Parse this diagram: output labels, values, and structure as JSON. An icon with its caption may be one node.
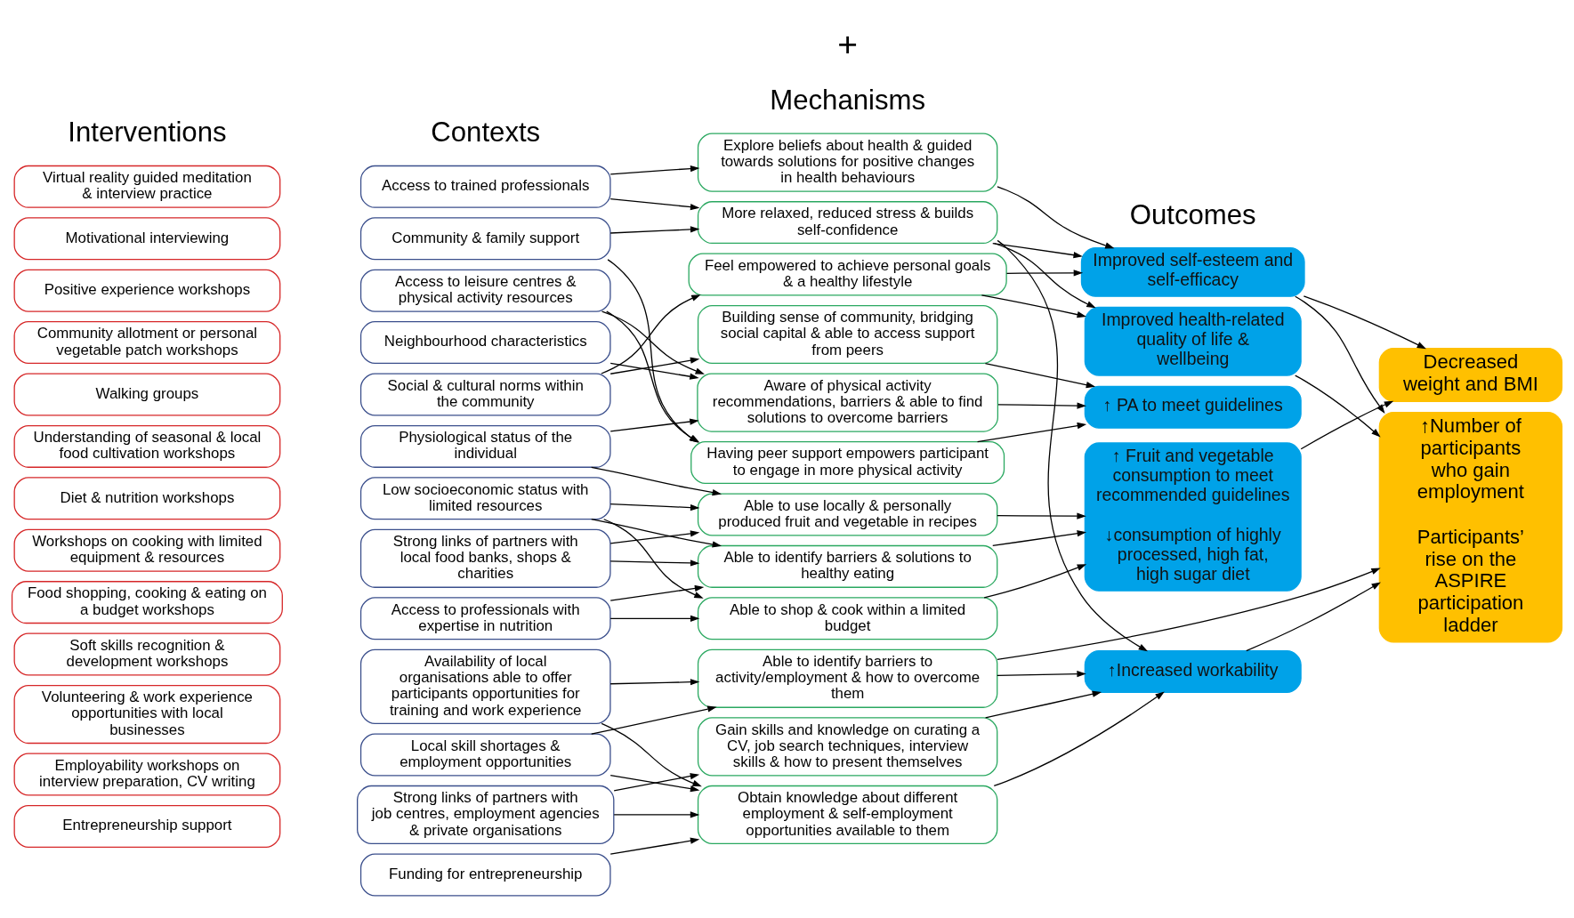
{
  "diagram": {
    "nodes": [
      {
        "text": [
          "Virtual reality guided meditation & interview practice"
        ]
      },
      {
        "text": [
          "Motivational interviewing"
        ]
      },
      {
        "text": [
          "Positive experience workshops"
        ]
      },
      {
        "text": [
          "Community allotment or personal vegetable patch workshops"
        ]
      },
      {
        "text": [
          "Walking groups"
        ]
      },
      {
        "text": [
          "Understanding of seasonal & local food cultivation workshops"
        ]
      },
      {
        "text": [
          "Diet & nutrition workshops"
        ]
      },
      {
        "text": [
          "Workshops on cooking with limited equipment & resources"
        ]
      },
      {
        "text": [
          "Food shopping, cooking & eating on a budget workshops"
        ]
      },
      {
        "text": [
          "Soft skills recognition & development workshops"
        ]
      },
      {
        "text": [
          "Volunteering & work experience opportunities with local businesses"
        ]
      },
      {
        "text": [
          "Employability workshops on interview preparation, CV writing"
        ]
      },
      {
        "text": [
          "Entrepreneurship support"
        ]
      },
      {
        "text": [
          "Access to trained professionals"
        ]
      },
      {
        "text": [
          "Community & family support"
        ]
      },
      {
        "text": [
          "Access to leisure centres & physical activity resources"
        ]
      },
      {
        "text": [
          "Neighbourhood characteristics"
        ]
      },
      {
        "text": [
          "Social & cultural norms within the community"
        ]
      },
      {
        "text": [
          "Physiological status of the individual"
        ]
      },
      {
        "text": [
          "Low socioeconomic status with limited resources"
        ]
      },
      {
        "text": [
          "Strong links of partners with local food banks, shops & charities"
        ]
      },
      {
        "text": [
          "Access to professionals with expertise in nutrition"
        ]
      },
      {
        "text": [
          "Availability of local organisations able to offer participants opportunities for training and work experience"
        ]
      },
      {
        "text": [
          "Local skill shortages & employment opportunities"
        ]
      },
      {
        "text": [
          "Strong links of partners with job centres, employment agencies & private organisations"
        ]
      },
      {
        "text": [
          "Funding for entrepreneurship"
        ]
      },
      {
        "text": [
          "Explore beliefs about health & guided towards solutions for positive changes in health behaviours"
        ]
      },
      {
        "text": [
          "More relaxed, reduced stress & builds self-confidence"
        ]
      },
      {
        "text": [
          "Feel empowered to achieve personal goals & a healthy lifestyle"
        ]
      },
      {
        "text": [
          "Building sense of community, bridging social capital & able to access support from peers"
        ]
      },
      {
        "text": [
          "Aware of physical activity recommendations, barriers & able to find solutions to overcome barriers"
        ]
      },
      {
        "text": [
          "Having peer support empowers participant to engage in more physical activity"
        ]
      },
      {
        "text": [
          "Able to use locally & personally produced fruit and vegetable in recipes"
        ]
      },
      {
        "text": [
          "Able to identify barriers & solutions to healthy eating"
        ]
      },
      {
        "text": [
          "Able to shop & cook within a limited budget"
        ]
      },
      {
        "text": [
          "Able to identify barriers to activity/employment & how to overcome them"
        ]
      },
      {
        "text": [
          "Gain skills and knowledge on curating a CV, job search techniques, interview skills & how to present themselves"
        ]
      },
      {
        "text": [
          "Obtain knowledge about different employment & self-employment opportunities available to them"
        ]
      },
      {
        "text": [
          "Improved self-esteem and self-efficacy"
        ]
      },
      {
        "text": [
          "Improved health-related quality of life & wellbeing"
        ]
      },
      {
        "text": [
          "↑ PA to meet guidelines"
        ]
      },
      {
        "text": [
          "↑ Fruit and vegetable consumption to meet recommended guidelines",
          "↓consumption of highly processed, high fat, high sugar diet"
        ]
      },
      {
        "text": [
          "↑Increased workability"
        ]
      },
      {
        "text": [
          "Decreased weight and BMI"
        ]
      },
      {
        "text": [
          "↑Number of participants who gain employment",
          "Participants’ rise on the ASPIRE participation ladder"
        ]
      }
    ],
    "edges": [
      {
        "from": 13,
        "to": 26,
        "arrow": "to"
      },
      {
        "from": 13,
        "to": 27,
        "arrow": "to"
      },
      {
        "from": 14,
        "to": 27,
        "arrow": "to"
      },
      {
        "from": 14,
        "to": 31,
        "arrow": "to"
      },
      {
        "from": 15,
        "to": 30,
        "arrow": "to"
      },
      {
        "from": 15,
        "to": 31,
        "arrow": "to"
      },
      {
        "from": 16,
        "to": 30,
        "arrow": "to"
      },
      {
        "from": 17,
        "to": 28,
        "arrow": "to"
      },
      {
        "from": 17,
        "to": 29,
        "arrow": "to"
      },
      {
        "from": 18,
        "to": 30,
        "arrow": "to"
      },
      {
        "from": 18,
        "to": 32,
        "arrow": "to"
      },
      {
        "from": 19,
        "to": 32,
        "arrow": "to"
      },
      {
        "from": 19,
        "to": 33,
        "arrow": "to"
      },
      {
        "from": 19,
        "to": 34,
        "arrow": "to"
      },
      {
        "from": 20,
        "to": 32,
        "arrow": "to"
      },
      {
        "from": 20,
        "to": 33,
        "arrow": "to"
      },
      {
        "from": 21,
        "to": 33,
        "arrow": "to"
      },
      {
        "from": 21,
        "to": 34,
        "arrow": "to"
      },
      {
        "from": 22,
        "to": 35,
        "arrow": "to"
      },
      {
        "from": 22,
        "to": 37,
        "arrow": "to"
      },
      {
        "from": 23,
        "to": 35,
        "arrow": "to"
      },
      {
        "from": 23,
        "to": 37,
        "arrow": "to"
      },
      {
        "from": 24,
        "to": 36,
        "arrow": "to"
      },
      {
        "from": 24,
        "to": 37,
        "arrow": "to"
      },
      {
        "from": 25,
        "to": 37,
        "arrow": "to"
      },
      {
        "from": 26,
        "to": 38,
        "arrow": "to"
      },
      {
        "from": 27,
        "to": 38,
        "arrow": "to"
      },
      {
        "from": 27,
        "to": 39,
        "arrow": "to"
      },
      {
        "from": 27,
        "to": 42,
        "arrow": "to"
      },
      {
        "from": 28,
        "to": 38,
        "arrow": "to"
      },
      {
        "from": 28,
        "to": 39,
        "arrow": "to"
      },
      {
        "from": 29,
        "to": 40,
        "arrow": "to"
      },
      {
        "from": 30,
        "to": 40,
        "arrow": "to"
      },
      {
        "from": 31,
        "to": 40,
        "arrow": "to"
      },
      {
        "from": 32,
        "to": 41,
        "arrow": "to"
      },
      {
        "from": 33,
        "to": 41,
        "arrow": "to"
      },
      {
        "from": 34,
        "to": 41,
        "arrow": "to"
      },
      {
        "from": 35,
        "to": 44,
        "arrow": "to"
      },
      {
        "from": 35,
        "to": 42,
        "arrow": "to"
      },
      {
        "from": 36,
        "to": 42,
        "arrow": "to"
      },
      {
        "from": 37,
        "to": 42,
        "arrow": "to"
      },
      {
        "from": 38,
        "to": 43,
        "arrow": "to"
      },
      {
        "from": 38,
        "to": 44,
        "arrow": "to"
      },
      {
        "from": 39,
        "to": 44,
        "arrow": "to"
      },
      {
        "from": 41,
        "to": 43,
        "arrow": "to"
      },
      {
        "from": 42,
        "to": 44,
        "arrow": "to"
      }
    ],
    "labels": [
      "Interventions",
      "Contexts",
      "+",
      "Mechanisms",
      "Outcomes"
    ]
  }
}
